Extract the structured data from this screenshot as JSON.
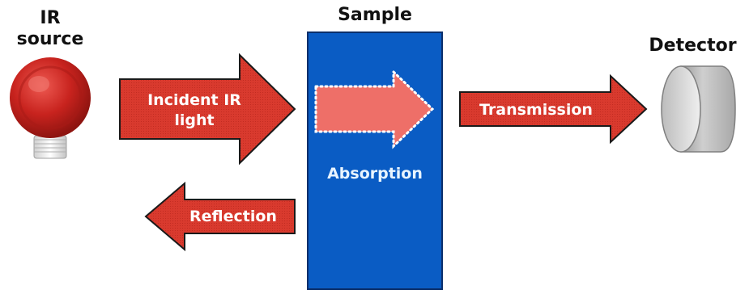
{
  "labels": {
    "ir_source_line1": "IR",
    "ir_source_line2": "source",
    "sample": "Sample",
    "detector": "Detector",
    "incident_line1": "Incident IR",
    "incident_line2": "light",
    "transmission": "Transmission",
    "reflection": "Reflection",
    "absorption": "Absorption"
  },
  "icons": {
    "source": "light-bulb-icon",
    "detector": "detector-cylinder-icon"
  },
  "colors": {
    "arrow_fill": "#d93a2e",
    "arrow_stroke": "#1a1a1a",
    "absorption_arrow_fill": "#ee6f68",
    "sample_fill": "#0a5cc4",
    "sample_stroke": "#0b2f6b",
    "bulb_red": "#c8231e",
    "detector_gray": "#bdbdbd"
  }
}
